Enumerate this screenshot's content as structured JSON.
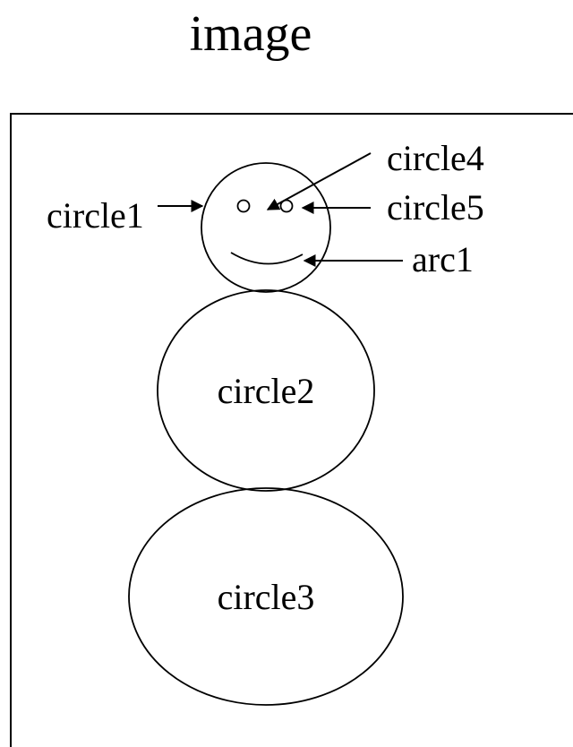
{
  "title": "image",
  "labels": {
    "circle1": "circle1",
    "circle2": "circle2",
    "circle3": "circle3",
    "circle4": "circle4",
    "circle5": "circle5",
    "arc1": "arc1"
  }
}
